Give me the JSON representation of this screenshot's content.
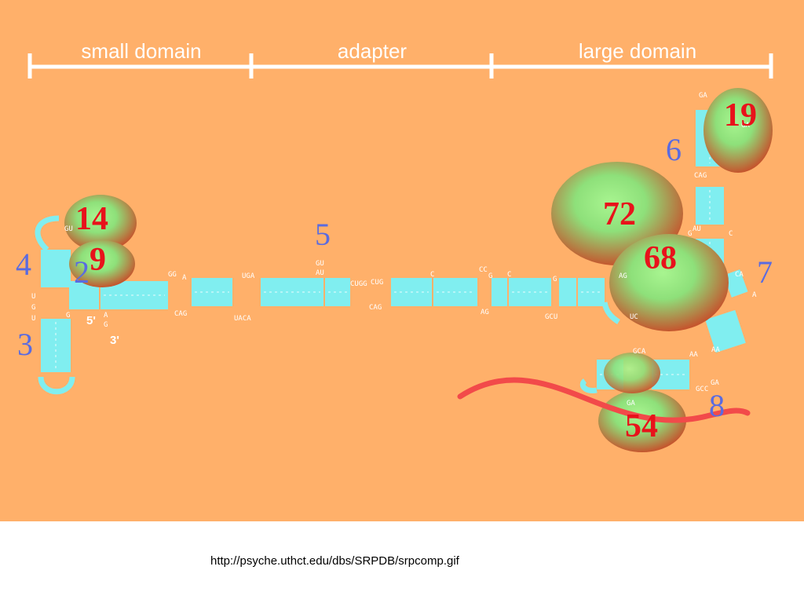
{
  "domains": {
    "small": "small domain",
    "adapter": "adapter",
    "large": "large domain"
  },
  "proteins": {
    "p14": "14",
    "p9": "9",
    "p19": "19",
    "p72": "72",
    "p68": "68",
    "p54": "54"
  },
  "helices": {
    "h2": "2",
    "h3": "3",
    "h4": "4",
    "h5": "5",
    "h6": "6",
    "h7": "7",
    "h8": "8"
  },
  "ends": {
    "five": "5'",
    "three": "3'"
  },
  "nucleotides": {
    "n1": "GG",
    "n2": "A",
    "n3": "UGA",
    "n4": "GU",
    "n5": "AU",
    "n6": "CUGG",
    "n7": "CUG",
    "n8": "C",
    "n9": "CC",
    "n10": "G",
    "n11": "C",
    "n12": "G",
    "n13": "AG",
    "n14": "CAG",
    "n15": "UACA",
    "n16": "CAG",
    "n17": "AG",
    "n18": "GCU",
    "n19": "UC",
    "n20": "U",
    "n21": "G",
    "n22": "U",
    "n23": "A",
    "n24": "G",
    "n25": "GA",
    "n26": "CAG",
    "n27": "GCA",
    "n28": "AA",
    "n29": "GCC",
    "n30": "GA",
    "n31": "CA",
    "n32": "GU",
    "n33": "C",
    "n34": "G",
    "n35": "AU",
    "n36": "A",
    "n37": "GA",
    "n38": "GA",
    "n39": "AA",
    "n40": "G"
  },
  "source_url": "http://psyche.uthct.edu/dbs/SRPDB/srpcomp.gif",
  "colors": {
    "background": "#ffb06a",
    "helix": "#80eef0",
    "protein_center": "#9ef089",
    "protein_edge": "#c4562e",
    "protein_label": "#e8121b",
    "helix_label": "#5a6be0",
    "mrna": "#f24a4a"
  }
}
